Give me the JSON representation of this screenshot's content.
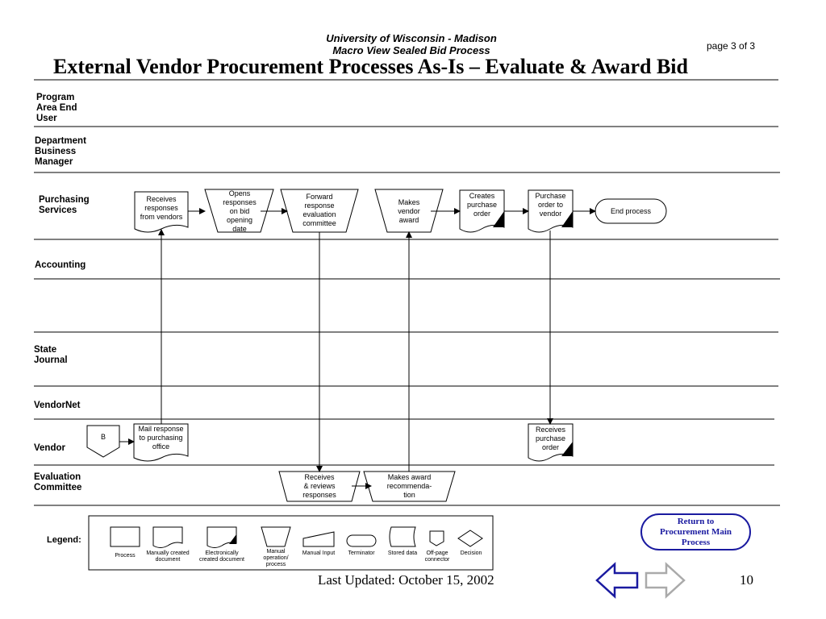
{
  "header": {
    "university": "University of Wisconsin - Madison",
    "subtitle": "Macro View Sealed Bid Process",
    "page": "page 3 of 3",
    "title": "External Vendor Procurement Processes As-Is – Evaluate & Award Bid"
  },
  "lanes": {
    "program_area": [
      "Program",
      "Area End",
      "User"
    ],
    "department": [
      "Department",
      "Business",
      "Manager"
    ],
    "purchasing": [
      "Purchasing",
      "Services"
    ],
    "accounting": "Accounting",
    "state_journal": [
      "State",
      "Journal"
    ],
    "vendornet": "VendorNet",
    "vendor": "Vendor",
    "evaluation": [
      "Evaluation",
      "Committee"
    ]
  },
  "nodes": {
    "receives_responses": [
      "Receives",
      "responses",
      "from vendors"
    ],
    "opens_responses": [
      "Opens",
      "responses",
      "on bid",
      "opening",
      "date"
    ],
    "forward_response": [
      "Forward",
      "response",
      "evaluation",
      "committee"
    ],
    "makes_vendor_award": [
      "Makes",
      "vendor",
      "award"
    ],
    "creates_po": [
      "Creates",
      "purchase",
      "order"
    ],
    "po_to_vendor": [
      "Purchase",
      "order  to",
      "vendor"
    ],
    "end_process": "End process",
    "connector_b": "B",
    "mail_response": [
      "Mail response",
      "to purchasing",
      "office"
    ],
    "vendor_receives_po": [
      "Receives",
      "purchase",
      "order"
    ],
    "receives_reviews": [
      "Receives",
      "& reviews",
      "responses"
    ],
    "makes_award_rec": [
      "Makes award",
      "recommenda-",
      "tion"
    ]
  },
  "legend": {
    "title": "Legend:",
    "items": [
      [
        "Process"
      ],
      [
        "Manually created",
        "document"
      ],
      [
        "Electronically",
        "created document"
      ],
      [
        "Manual",
        "operation/",
        "process"
      ],
      [
        "Manual Input"
      ],
      [
        "Terminator"
      ],
      [
        "Stored data"
      ],
      [
        "Off-page",
        "connector"
      ],
      [
        "Decision"
      ]
    ]
  },
  "footer": {
    "updated": "Last Updated:  October 15, 2002",
    "slide_number": "10"
  },
  "nav": {
    "return_label": [
      "Return to",
      "Procurement Main",
      "Process"
    ],
    "back_arrow_color": "#1a1aa0",
    "forward_arrow_color": "#aaaaaa"
  }
}
